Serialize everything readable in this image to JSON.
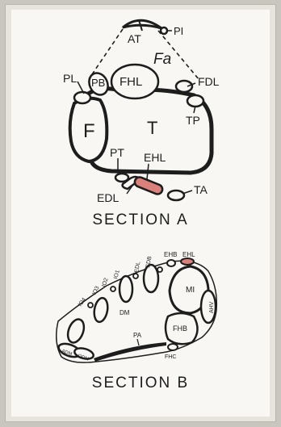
{
  "section_a": {
    "caption": "SECTION A",
    "labels": {
      "pi": "PI",
      "at": "AT",
      "fa": "Fa",
      "pl": "PL",
      "pb": "PB",
      "fhl": "FHL",
      "fdl": "FDL",
      "f": "F",
      "t": "T",
      "tp": "TP",
      "pt": "PT",
      "ehl": "EHL",
      "edl": "EDL",
      "ta": "TA"
    }
  },
  "section_b": {
    "caption": "SECTION B",
    "labels": {
      "ehb": "EHB",
      "ehl": "EHL",
      "mi": "MI",
      "ahv": "AHV",
      "fhb": "FHB",
      "fhc": "FHC",
      "dm": "DM",
      "pa": "PA",
      "edb": "EDB",
      "edl": "EDL",
      "io1": "IO1",
      "io2": "IO2",
      "io3": "IO3",
      "io4": "IO4",
      "odm": "ODM",
      "adm": "ADM"
    }
  },
  "colors": {
    "ink": "#1d1d1d",
    "highlight": "#d9817a",
    "paper": "#f8f7f3"
  }
}
